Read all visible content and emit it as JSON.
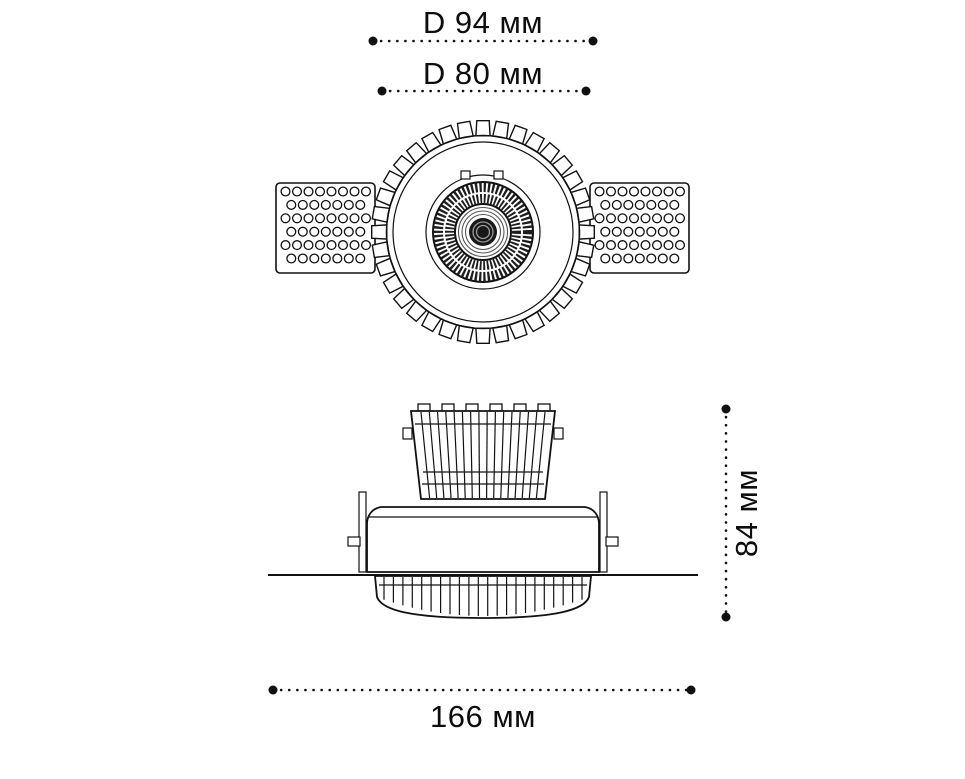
{
  "drawing": {
    "type": "technical-dimension-drawing",
    "subject": "recessed-downlight-two-views",
    "line_color": "#111111",
    "background_color": "#ffffff",
    "dimensions": {
      "outer_diameter_label": "D 94 мм",
      "cutout_diameter_label": "D 80 мм",
      "height_label": "84 мм",
      "width_label": "166 мм"
    }
  }
}
